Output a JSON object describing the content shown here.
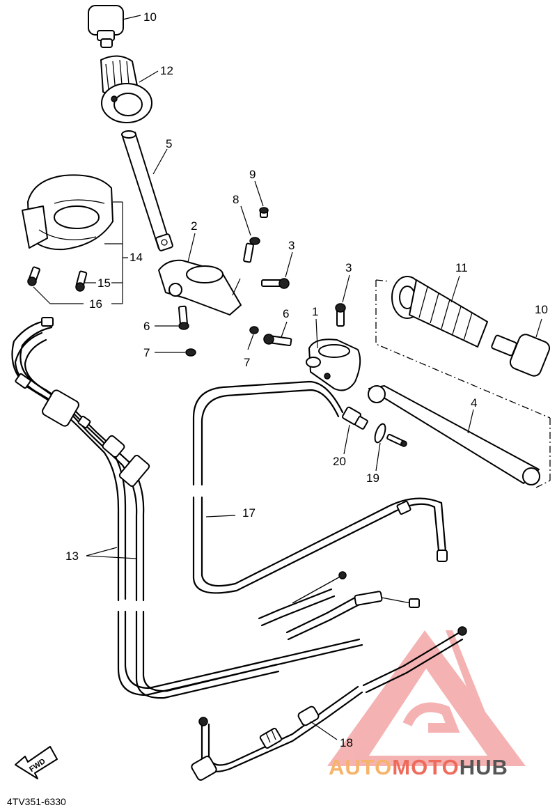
{
  "callouts": {
    "c1": "1",
    "c2": "2",
    "c3a": "3",
    "c3b": "3",
    "c4": "4",
    "c5": "5",
    "c6a": "6",
    "c6b": "6",
    "c7a": "7",
    "c7b": "7",
    "c8": "8",
    "c9": "9",
    "c10a": "10",
    "c10b": "10",
    "c11": "11",
    "c12": "12",
    "c13": "13",
    "c14": "14",
    "c15": "15",
    "c16": "16",
    "c17": "17",
    "c18": "18",
    "c19": "19",
    "c20": "20"
  },
  "diagram_code": "4TV351-6330",
  "fwd_label": "FWD",
  "watermark": {
    "part1": "AUTO",
    "part2": "MOTO",
    "part3": "HUB",
    "color_light": "#f6b36a",
    "color_red": "#ee4b4b",
    "color_dark": "#555555"
  }
}
